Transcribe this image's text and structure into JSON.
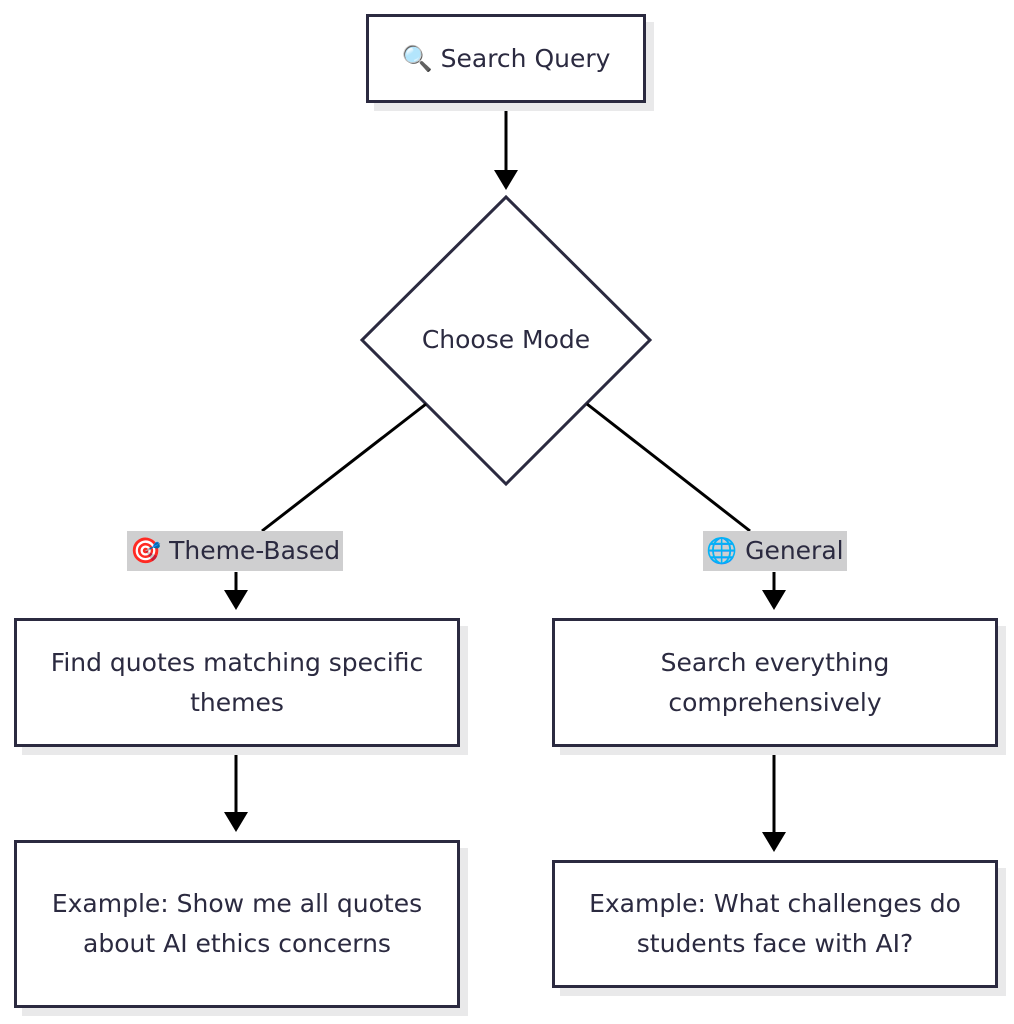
{
  "nodes": {
    "search_query": "🔍 Search Query",
    "choose_mode": "Choose Mode",
    "theme_based_desc": "Find quotes matching specific themes",
    "general_desc": "Search everything comprehensively",
    "theme_example": "Example: Show me all quotes about AI ethics concerns",
    "general_example": "Example: What challenges do students face with AI?"
  },
  "edge_labels": {
    "theme_based": "🎯 Theme-Based",
    "general": "🌐 General"
  },
  "colors": {
    "stroke": "#2b2a40",
    "label_bg": "#cfcfd0",
    "shadow": "#e9e9ea"
  }
}
